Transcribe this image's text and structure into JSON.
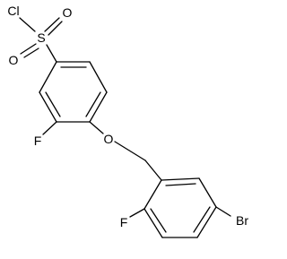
{
  "molecule": {
    "atoms": {
      "cl": "Cl",
      "s": "S",
      "o_top": "O",
      "o_left": "O",
      "f_ring1": "F",
      "o_ether": "O",
      "f_ring2": "F",
      "br": "Br"
    }
  }
}
